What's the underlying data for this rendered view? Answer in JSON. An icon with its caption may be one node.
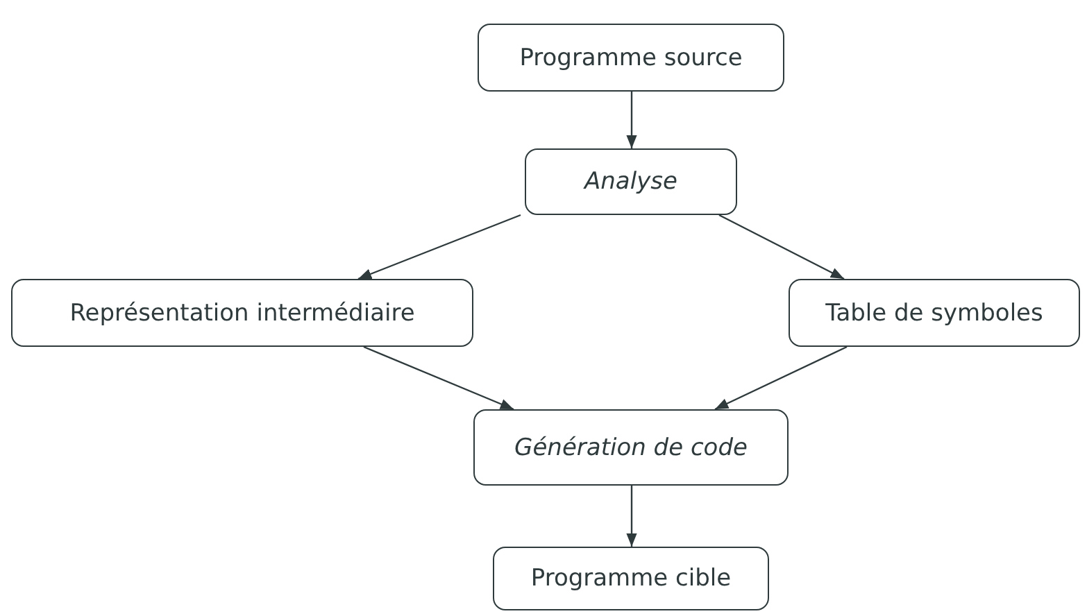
{
  "diagram": {
    "nodes": [
      {
        "text": [
          "Programme source"
        ]
      },
      {
        "text": [
          "Analyse"
        ]
      },
      {
        "text": [
          "Représentation intermédiaire"
        ]
      },
      {
        "text": [
          "Table de symboles"
        ]
      },
      {
        "text": [
          "Génération de code"
        ]
      },
      {
        "text": [
          "Programme cible"
        ]
      }
    ],
    "edges": [
      {
        "from": 0,
        "to": 1,
        "arrow": "to"
      },
      {
        "from": 1,
        "to": 2,
        "arrow": "to"
      },
      {
        "from": 1,
        "to": 3,
        "arrow": "to"
      },
      {
        "from": 2,
        "to": 4,
        "arrow": "to"
      },
      {
        "from": 3,
        "to": 4,
        "arrow": "to"
      },
      {
        "from": 4,
        "to": 5,
        "arrow": "to"
      }
    ]
  }
}
